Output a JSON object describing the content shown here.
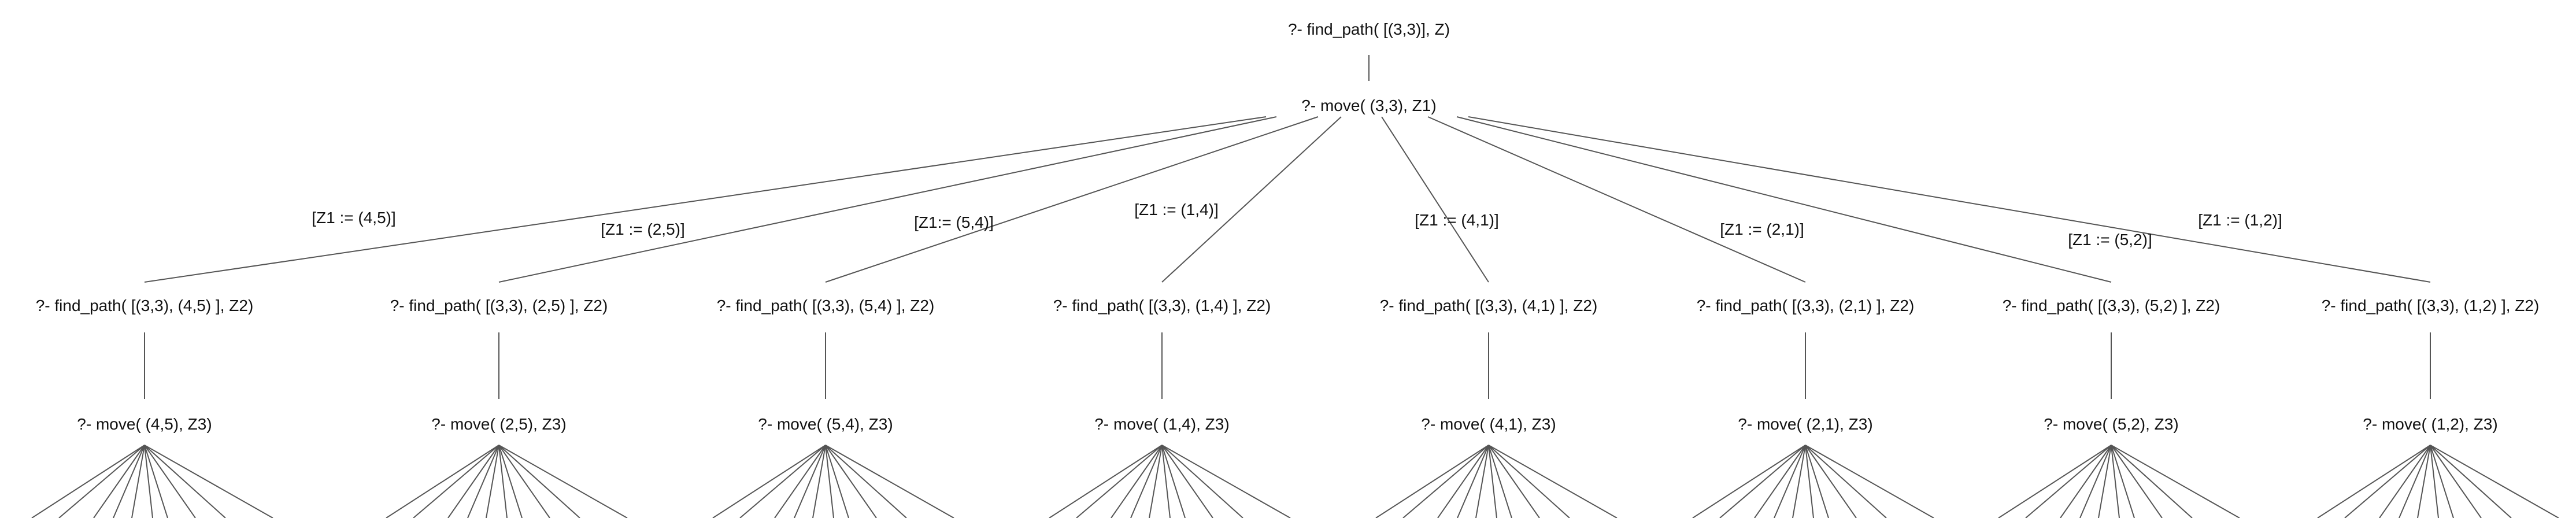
{
  "root": {
    "label": "?- find_path( [(3,3)], Z)"
  },
  "move_root": {
    "label": "?- move( (3,3), Z1)"
  },
  "branches": [
    {
      "edge_label": "[Z1 := (4,5)]",
      "find_label": "?- find_path( [(3,3), (4,5) ], Z2)",
      "move_label": "?- move( (4,5), Z3)"
    },
    {
      "edge_label": "[Z1 := (2,5)]",
      "find_label": "?- find_path( [(3,3), (2,5) ], Z2)",
      "move_label": "?- move( (2,5), Z3)"
    },
    {
      "edge_label": "[Z1:= (5,4)]",
      "find_label": "?- find_path( [(3,3), (5,4) ], Z2)",
      "move_label": "?- move( (5,4), Z3)"
    },
    {
      "edge_label": "[Z1 := (1,4)]",
      "find_label": "?- find_path( [(3,3), (1,4) ], Z2)",
      "move_label": "?- move( (1,4), Z3)"
    },
    {
      "edge_label": "[Z1 := (4,1)]",
      "find_label": "?- find_path( [(3,3), (4,1) ], Z2)",
      "move_label": "?- move( (4,1), Z3)"
    },
    {
      "edge_label": "[Z1 := (2,1)]",
      "find_label": "?- find_path( [(3,3), (2,1) ], Z2)",
      "move_label": "?- move( (2,1), Z3)"
    },
    {
      "edge_label": "[Z1 := (5,2)]",
      "find_label": "?- find_path( [(3,3), (5,2) ], Z2)",
      "move_label": "?- move( (5,2), Z3)"
    },
    {
      "edge_label": "[Z1 := (1,2)]",
      "find_label": "?- find_path( [(3,3), (1,2) ], Z2)",
      "move_label": "?- move( (1,2), Z3)"
    }
  ],
  "colors": {
    "line": "#555555",
    "text": "#111111",
    "background": "#ffffff"
  }
}
